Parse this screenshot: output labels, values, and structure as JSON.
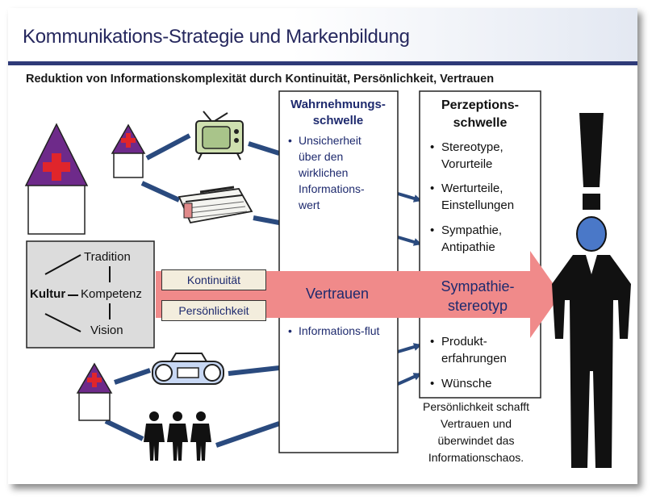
{
  "title": "Kommunikations-Strategie und Markenbildung",
  "subtitle": "Reduktion von Informationskomplexität durch Kontinuität, Persönlichkeit, Vertrauen",
  "kultur_box": {
    "kultur": "Kultur",
    "tradition": "Tradition",
    "kompetenz": "Kompetenz",
    "vision": "Vision"
  },
  "labels": {
    "kontinuitaet": "Kontinuität",
    "persoenlichkeit": "Persönlichkeit"
  },
  "arrow": {
    "vertrauen": "Vertrauen",
    "sympathie_line1": "Sympathie-",
    "sympathie_line2": "stereotyp"
  },
  "wahrnehmung": {
    "heading_line1": "Wahrnehmungs-",
    "heading_line2": "schwelle",
    "items": [
      [
        "Unsicherheit",
        "über den",
        "wirklichen",
        "Informations-",
        "wert"
      ],
      [
        "Informations-flut"
      ]
    ]
  },
  "perzeption": {
    "heading_line1": "Perzeptions-",
    "heading_line2": "schwelle",
    "items": [
      [
        "Stereotype,",
        "Vorurteile"
      ],
      [
        "Werturteile,",
        "Einstellungen"
      ],
      [
        "Sympathie,",
        "Antipathie"
      ],
      [
        "Produkt-",
        "erfahrungen"
      ],
      [
        "Wünsche"
      ]
    ]
  },
  "caption": [
    "Persönlichkeit schafft",
    "Vertrauen und",
    "überwindet das",
    "Informationschaos."
  ],
  "icons": [
    "house-icon",
    "tv-icon",
    "newspaper-icon",
    "radio-icon",
    "people-icon",
    "person-icon",
    "exclamation-icon"
  ],
  "colors": {
    "title": "#26285e",
    "rule": "#2e3a78",
    "connector": "#2a4a7e",
    "big_arrow": "#f08a8a",
    "house_roof": "#6e2a8a",
    "cross": "#e0252b",
    "person_head": "#4a78c8"
  }
}
